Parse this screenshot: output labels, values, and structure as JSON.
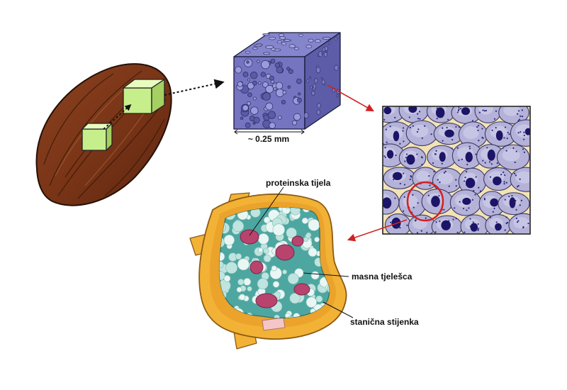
{
  "labels": {
    "scale": "~ 0.25 mm",
    "protein_bodies": "proteinska tijela",
    "lipid_bodies": "masna tjelešca",
    "cell_wall": "stanična stijenka"
  },
  "colors": {
    "seed_brown": "#7a3517",
    "cube_green": "#c6ef8c",
    "tissue_blue": "#7474c0",
    "cell_purple": "#b4b2d8",
    "nucleus": "#1c1466",
    "highlight_red": "#d42020",
    "cell_wall_orange": "#f2b236",
    "protein_pink": "#b8446e",
    "cytoplasm_teal": "#4ea6a0"
  }
}
